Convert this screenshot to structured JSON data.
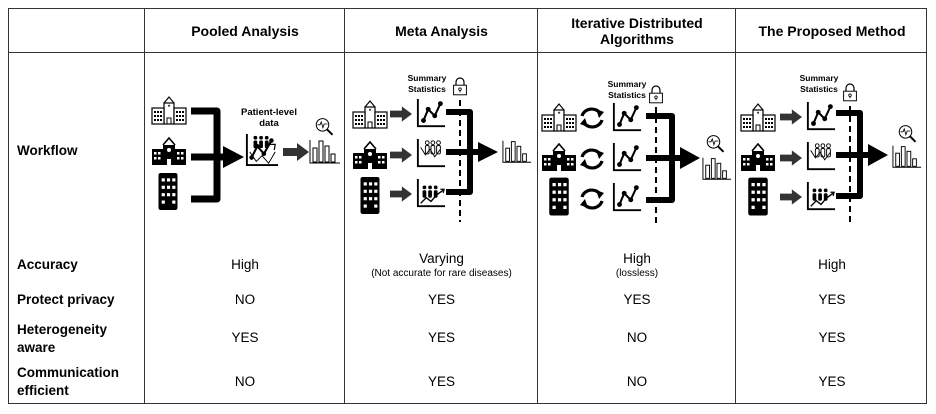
{
  "table": {
    "columns": [
      "",
      "Pooled Analysis",
      "Meta Analysis",
      "Iterative Distributed Algorithms",
      "The Proposed Method"
    ],
    "column_header_lines": {
      "iterative": [
        "Iterative Distributed",
        "Algorithms"
      ]
    },
    "row_labels": {
      "workflow": "Workflow",
      "accuracy": "Accuracy",
      "privacy": "Protect privacy",
      "heterogeneity_l1": "Heterogeneity",
      "heterogeneity_l2": "aware",
      "communication_l1": "Communication",
      "communication_l2": "efficient"
    },
    "pooled": {
      "workflow_label_l1": "Patient-level",
      "workflow_label_l2": "data",
      "accuracy": "High",
      "privacy": "NO",
      "heterogeneity": "YES",
      "communication": "NO"
    },
    "meta": {
      "workflow_label_l1": "Summary",
      "workflow_label_l2": "Statistics",
      "accuracy": "Varying",
      "accuracy_note": "(Not accurate for rare diseases)",
      "privacy": "YES",
      "heterogeneity": "YES",
      "communication": "YES"
    },
    "iterative": {
      "workflow_label_l1": "Summary",
      "workflow_label_l2": "Statistics",
      "accuracy": "High",
      "accuracy_note": "(lossless)",
      "privacy": "YES",
      "heterogeneity": "NO",
      "communication": "NO"
    },
    "proposed": {
      "workflow_label_l1": "Summary",
      "workflow_label_l2": "Statistics",
      "accuracy": "High",
      "privacy": "YES",
      "heterogeneity": "YES",
      "communication": "YES"
    }
  },
  "icons": {
    "sites": [
      "hospital-icon",
      "clinic-icon",
      "office-building-icon"
    ],
    "transfer": "arrow-right-icon",
    "iterate": "cycle-arrows-icon",
    "stats": "line-chart-icon",
    "lock": "lock-icon",
    "result": "bar-chart-analysis-icon"
  }
}
